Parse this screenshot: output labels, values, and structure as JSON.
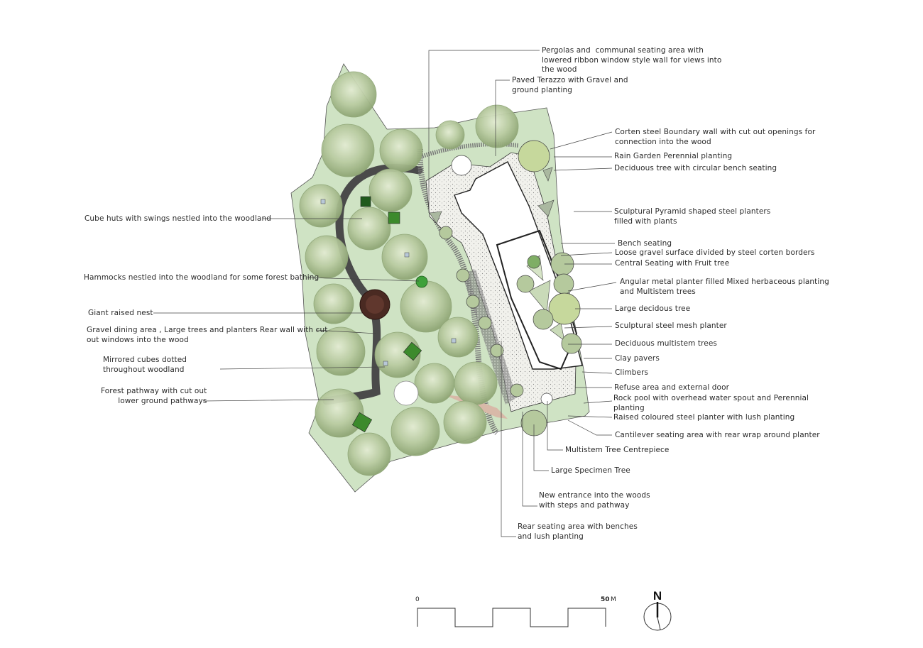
{
  "labels": {
    "pergolas": "Pergolas and  communal seating area with\nlowered ribbon window style wall for views into\nthe wood",
    "paved_terazzo": "Paved Terazzo with Gravel and\nground planting",
    "corten_wall": "Corten steel Boundary wall with cut out openings for\nconnection into the wood",
    "rain_garden": "Rain Garden Perennial planting",
    "deciduous_bench": "Deciduous tree with circular bench seating",
    "pyramid_planters": "Sculptural Pyramid shaped steel planters\nfilled with plants",
    "bench_seating": "Bench seating",
    "loose_gravel": "Loose gravel surface divided by steel corten borders",
    "central_seating": "Central Seating with Fruit tree",
    "angular_planter": "Angular metal planter filled Mixed herbaceous planting\nand Multistem trees",
    "large_deciduous": "Large decidous tree",
    "mesh_planter": "Sculptural steel mesh planter",
    "multistem_trees": "Deciduous multistem trees",
    "clay_pavers": "Clay pavers",
    "climbers": "Climbers",
    "refuse_area": "Refuse area and external door",
    "rock_pool": "Rock pool with overhead water spout and Perennial\nplanting",
    "raised_planter": "Raised coloured steel planter with lush planting",
    "cantilever": "Cantilever seating area with rear wrap around planter",
    "centrepiece": "Multistem Tree Centrepiece",
    "specimen_tree": "Large Specimen Tree",
    "new_entrance": "New entrance into the woods\nwith steps and pathway",
    "rear_seating": "Rear seating area with benches\nand lush planting",
    "cube_huts": "Cube huts with swings nestled into the woodland",
    "hammocks": "Hammocks nestled into the woodland for some forest bathing",
    "giant_nest": "Giant raised nest",
    "gravel_dining": "Gravel dining area , Large trees and planters Rear wall with cut\nout windows into the wood",
    "mirrored_cubes": "Mirrored cubes dotted\nthroughout woodland",
    "forest_pathway": "Forest pathway with cut out\nlower ground pathways"
  },
  "scale": {
    "start": "0",
    "end": "50",
    "unit": "M"
  },
  "north": "N",
  "colors": {
    "lawn": "#cfe3c4",
    "tree": "#b5c99d",
    "tree_dark": "#8fa677",
    "path": "#4a4a4a",
    "nest": "#4a2a22",
    "hut": "#3c8a2c"
  }
}
